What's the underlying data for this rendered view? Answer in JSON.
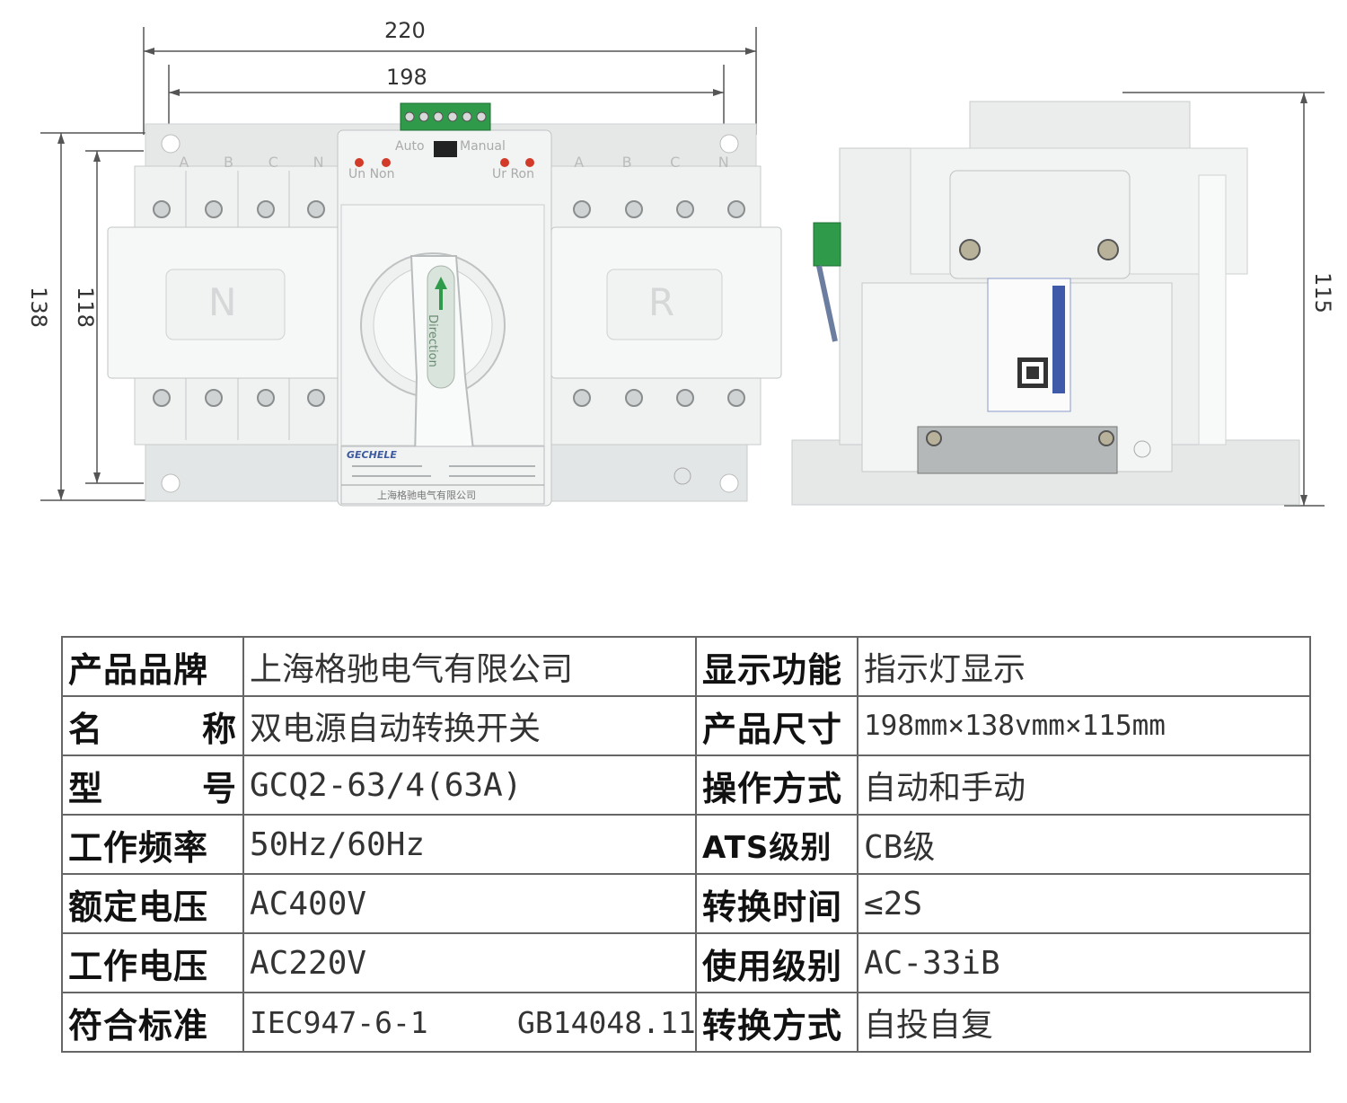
{
  "dimensions": {
    "front_width_outer": "220",
    "front_width_inner": "198",
    "front_height_outer": "138",
    "front_height_inner": "118",
    "side_depth": "115"
  },
  "device": {
    "mode_auto": "Auto",
    "mode_manual": "Manual",
    "left_indicators": "Un Non",
    "right_indicators": "Ur Ron",
    "left_module_label": "N",
    "right_module_label": "R",
    "knob_text": "Direction",
    "brand": "GECHELE",
    "terminals_left": [
      "A",
      "B",
      "C",
      "N"
    ],
    "terminals_right": [
      "A",
      "B",
      "C",
      "N"
    ],
    "nameplate_company": "上海格驰电气有限公司"
  },
  "spec_table": [
    {
      "key1": "产品品牌",
      "val1": "上海格驰电气有限公司",
      "key2": "显示功能",
      "val2": "指示灯显示"
    },
    {
      "key1": "名称",
      "val1": "双电源自动转换开关",
      "key2": "产品尺寸",
      "val2": "198mm×138vmm×115mm"
    },
    {
      "key1": "型号",
      "val1": "GCQ2-63/4(63A)",
      "key2": "操作方式",
      "val2": "自动和手动"
    },
    {
      "key1": "工作频率",
      "val1": "50Hz/60Hz",
      "key2": "ATS级别",
      "val2": "CB级"
    },
    {
      "key1": "额定电压",
      "val1": "AC400V",
      "key2": "转换时间",
      "val2": "≤2S"
    },
    {
      "key1": "工作电压",
      "val1": "AC220V",
      "key2": "使用级别",
      "val2": "AC-33iB"
    },
    {
      "key1": "符合标准",
      "val1": "IEC947-6-1     GB14048.11",
      "key2": "转换方式",
      "val2": "自投自复"
    }
  ],
  "colors": {
    "housing": "#eceeee",
    "housing_shadow": "#d2d5d6",
    "terminal_green": "#2e9a4a",
    "indicator_red": "#d23a2a",
    "table_border": "#666666"
  }
}
